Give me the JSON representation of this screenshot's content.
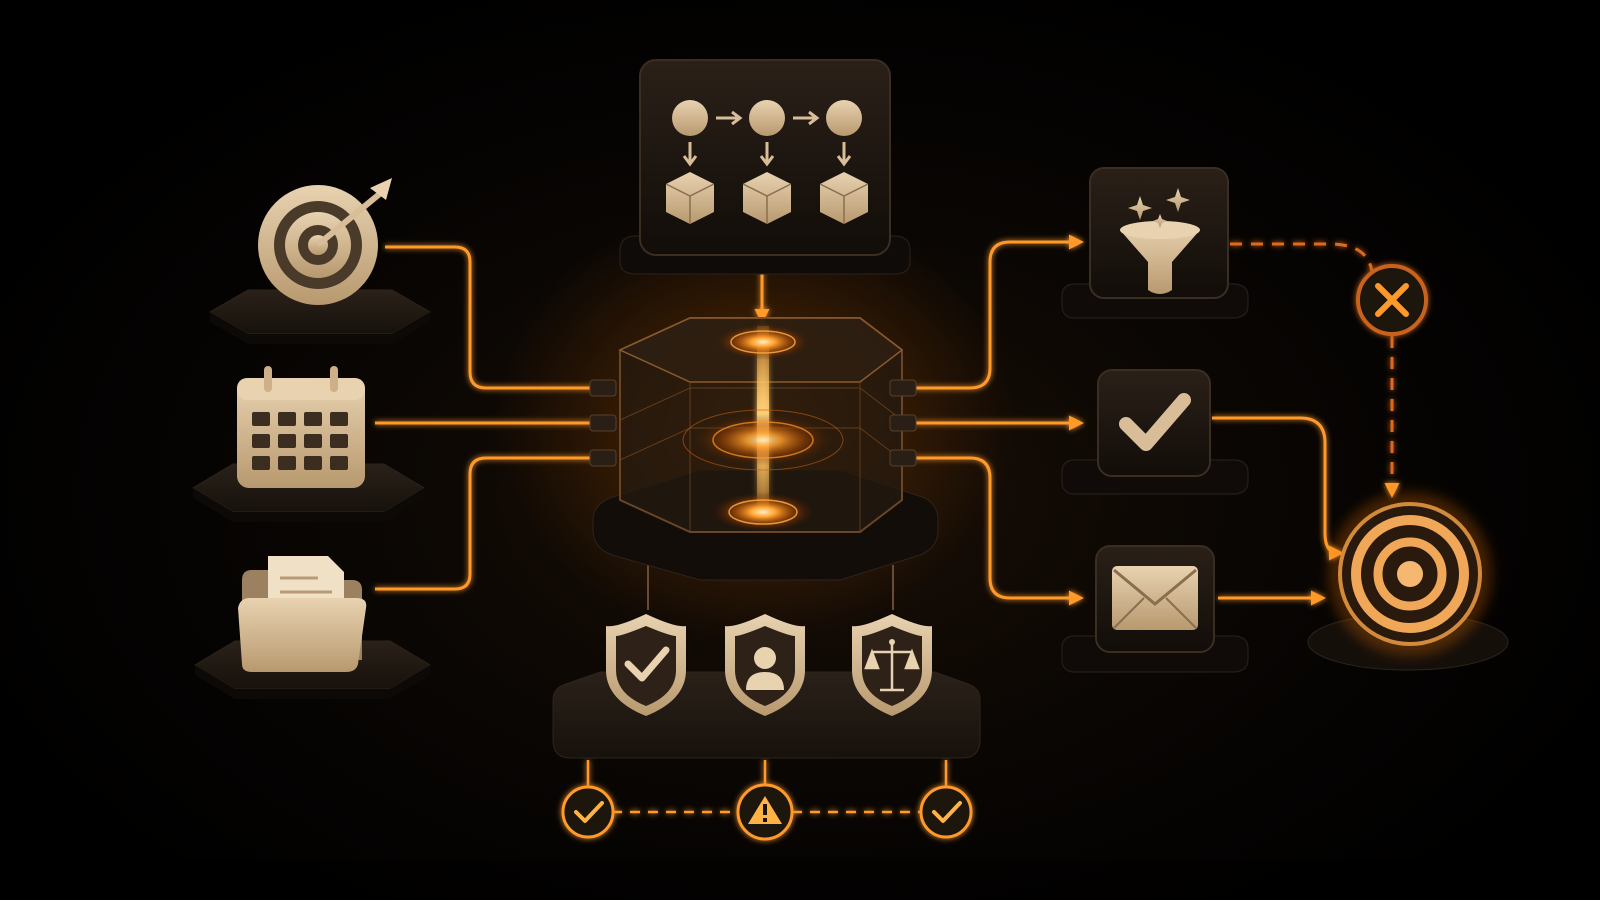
{
  "diagram": {
    "title": "",
    "colors": {
      "background": "#000000",
      "accent": "#ff8a1a",
      "accent_glow": "#ffb347",
      "icon_fill": "#d8bd98",
      "platform_top": "#221a13",
      "platform_side": "#0e0a07",
      "tile": "#1c140e"
    },
    "inputs": [
      {
        "id": "goal",
        "icon": "target-arrow-icon"
      },
      {
        "id": "schedule",
        "icon": "calendar-icon"
      },
      {
        "id": "files",
        "icon": "folder-documents-icon"
      }
    ],
    "workflow_panel": {
      "icon": "workflow-nodes-icon",
      "steps": 3
    },
    "core": {
      "icon": "glowing-processor-cube-icon",
      "layers": 3
    },
    "governance": [
      {
        "id": "security",
        "icon": "shield-check-icon"
      },
      {
        "id": "identity",
        "icon": "shield-user-icon"
      },
      {
        "id": "compliance",
        "icon": "shield-scales-icon"
      }
    ],
    "validation": [
      {
        "id": "pass-1",
        "icon": "check-circle-icon"
      },
      {
        "id": "warning",
        "icon": "warning-circle-icon"
      },
      {
        "id": "pass-2",
        "icon": "check-circle-icon"
      }
    ],
    "outputs": [
      {
        "id": "filter",
        "icon": "funnel-sparkle-icon"
      },
      {
        "id": "approve",
        "icon": "checkmark-icon"
      },
      {
        "id": "message",
        "icon": "envelope-icon"
      }
    ],
    "reject": {
      "icon": "x-circle-icon"
    },
    "target": {
      "icon": "bullseye-icon"
    }
  }
}
